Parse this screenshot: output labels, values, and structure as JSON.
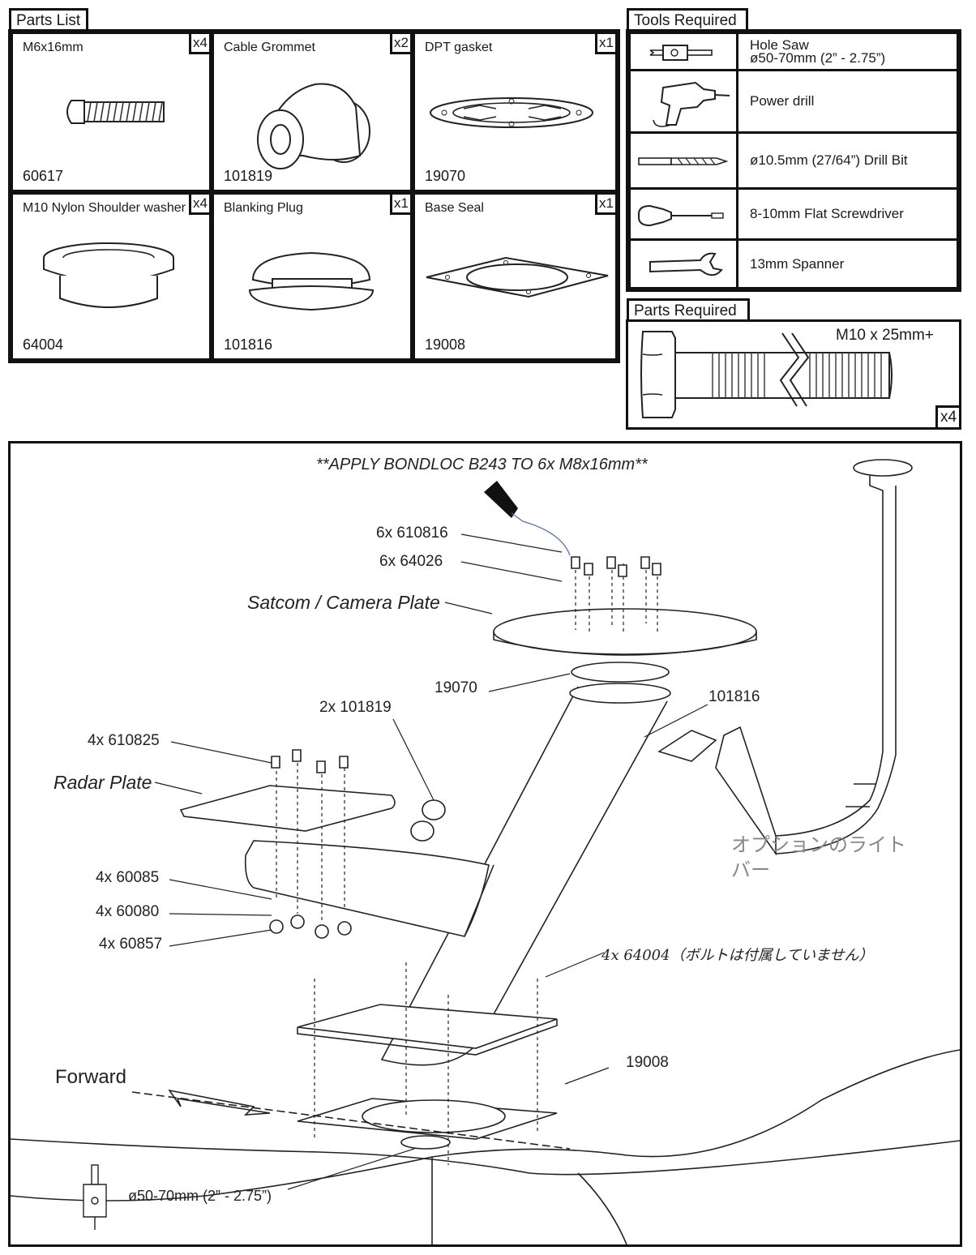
{
  "parts_list": {
    "title": "Parts List",
    "items": [
      {
        "name": "M6x16mm",
        "qty": "x4",
        "code": "60617",
        "icon": "button-head-screw-icon"
      },
      {
        "name": "Cable Grommet",
        "qty": "x2",
        "code": "101819",
        "icon": "cable-grommet-icon"
      },
      {
        "name": "DPT gasket",
        "qty": "x1",
        "code": "19070",
        "icon": "ring-gasket-icon"
      },
      {
        "name": "M10 Nylon Shoulder washer",
        "qty": "x4",
        "code": "64004",
        "icon": "shoulder-washer-icon"
      },
      {
        "name": "Blanking Plug",
        "qty": "x1",
        "code": "101816",
        "icon": "blanking-plug-icon"
      },
      {
        "name": "Base Seal",
        "qty": "x1",
        "code": "19008",
        "icon": "base-seal-icon"
      }
    ]
  },
  "tools": {
    "title": "Tools Required",
    "items": [
      {
        "label": "Hole Saw",
        "label2": "ø50-70mm (2” - 2.75”)",
        "icon": "hole-saw-icon"
      },
      {
        "label": "Power drill",
        "label2": "",
        "icon": "power-drill-icon"
      },
      {
        "label": "ø10.5mm (27/64”) Drill Bit",
        "label2": "",
        "icon": "drill-bit-icon"
      },
      {
        "label": "8-10mm Flat Screwdriver",
        "label2": "",
        "icon": "screwdriver-icon"
      },
      {
        "label": "13mm Spanner",
        "label2": "",
        "icon": "spanner-icon"
      }
    ]
  },
  "parts_required": {
    "title": "Parts Required",
    "bolt": "M10 x 25mm+",
    "qty": "x4"
  },
  "diagram": {
    "instruction": "**APPLY BONDLOC B243 TO 6x M8x16mm**",
    "labels": {
      "screws": "6x 610816",
      "washers": "6x 64026",
      "satcom_plate": "Satcom / Camera Plate",
      "gasket": "19070",
      "grommets": "2x 101819",
      "blanking_plug": "101816",
      "radar_screws": "4x 610825",
      "radar_plate": "Radar Plate",
      "part_60085": "4x 60085",
      "part_60080": "4x 60080",
      "part_60857": "4x 60857",
      "shoulder_washers": "4x 64004（ボルトは付属していません）",
      "base_seal": "19008",
      "forward": "Forward",
      "hole_size": "ø50-70mm (2” - 2.75”)",
      "light_bar_line1": "オプションのライト",
      "light_bar_line2": "バー"
    }
  }
}
